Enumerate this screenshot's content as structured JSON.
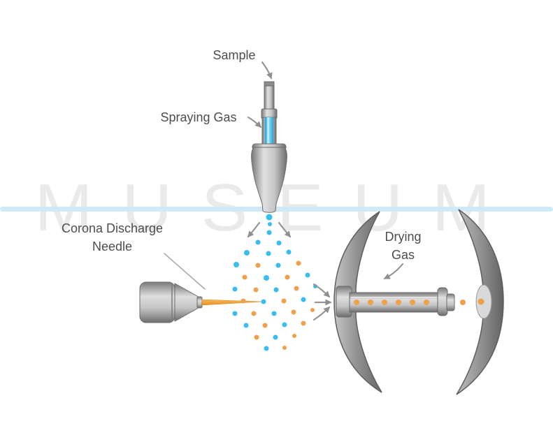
{
  "labels": {
    "sample": "Sample",
    "spraying_gas": "Spraying Gas",
    "corona_line1": "Corona Discharge",
    "corona_line2": "Needle",
    "drying_line1": "Drying",
    "drying_line2": "Gas"
  },
  "watermark": {
    "text": "MUSEUM",
    "band_color": "#cfe9f7",
    "text_color": "rgba(168,168,168,0.24)"
  },
  "colors": {
    "background": "#ffffff",
    "label_text": "#4d4d4d",
    "metal_dark": "#6f6f6f",
    "metal_light": "#e0e0e0",
    "plate_edge": "#5e5e5e",
    "spray_blue": "#38bdf0",
    "ion_orange": "#f0a04a",
    "needle_orange": "#f2982f",
    "arrow_gray": "#8f8f8f"
  },
  "icons": {
    "down_arrows": "flow-direction-arrow",
    "droplets": "spray-droplet-dots",
    "ions": "ion-dots"
  }
}
